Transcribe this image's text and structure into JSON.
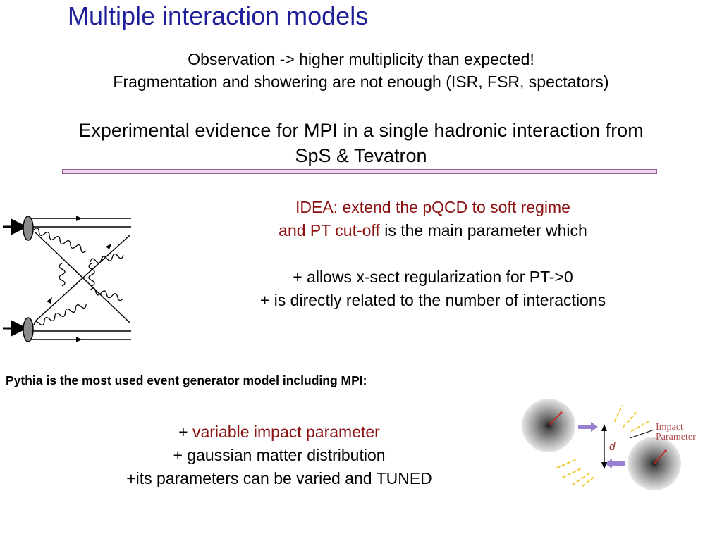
{
  "title": "Multiple interaction models",
  "observation": {
    "line1": "Observation -> higher multiplicity than expected!",
    "line2": "Fragmentation and showering are not enough (ISR, FSR, spectators)"
  },
  "evidence": {
    "line1": "Experimental evidence for MPI in a single hadronic interaction from",
    "line2": "SpS & Tevatron"
  },
  "idea": {
    "line1": "IDEA: extend the pQCD to soft regime",
    "line2_red": "and PT cut-off",
    "line2_rest": " is the main parameter which",
    "bullet1": "+ allows x-sect regularization for PT->0",
    "bullet2": "+ is directly related to the number of interactions"
  },
  "pythia": "Pythia is the most used event  generator model including MPI:",
  "impact": {
    "bullet1_prefix": "+ ",
    "bullet1_red": "variable impact parameter",
    "bullet2": "+ gaussian matter distribution",
    "bullet3": "+its parameters can be varied and TUNED"
  },
  "figure": {
    "impact_label_line1": "Impact",
    "impact_label_line2": "Parameter",
    "d_label": "d"
  },
  "colors": {
    "title": "#1f1f9a",
    "highlight": "#8b1010",
    "divider": "#9c5c9c",
    "arrow": "#9a80d0"
  }
}
